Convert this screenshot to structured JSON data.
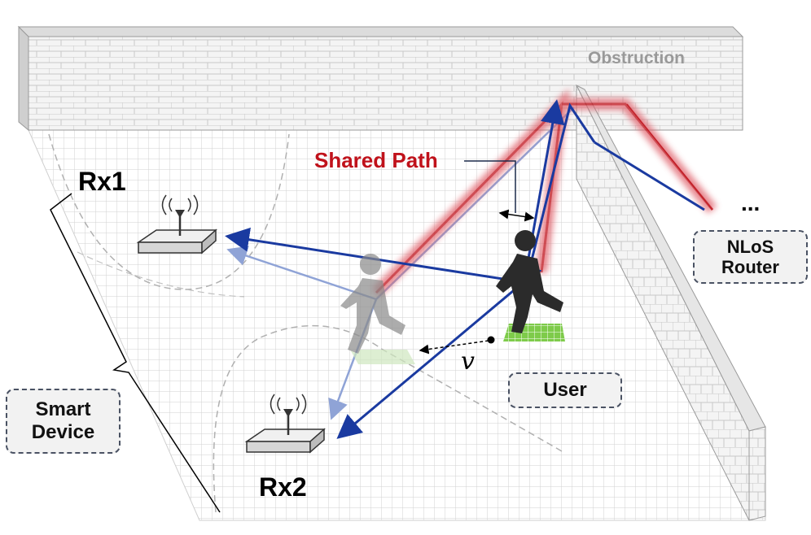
{
  "labels": {
    "obstruction": "Obstruction",
    "shared_path": "Shared Path",
    "rx1": "Rx1",
    "rx2": "Rx2",
    "ellipsis": "...",
    "nlos_router_line1": "NLoS",
    "nlos_router_line2": "Router",
    "smart_device_line1": "Smart",
    "smart_device_line2": "Device",
    "user": "User",
    "velocity": "v"
  },
  "colors": {
    "signal_blue": "#1a3aa0",
    "signal_blue_faded": "#8fa3d6",
    "shared_path_red": "#c0121b",
    "obstruction_text": "#999999",
    "user_floor_green": "#7ecb4a",
    "wall_line": "#bdbdbd"
  },
  "icons": [
    "antenna-icon",
    "person-icon",
    "brick-wall-icon",
    "router-box-icon"
  ]
}
